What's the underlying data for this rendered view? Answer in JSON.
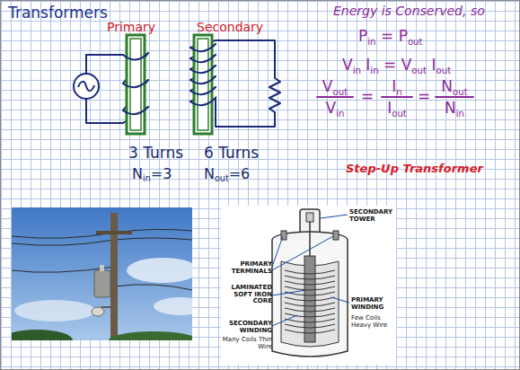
{
  "diagram": {
    "title": "Transformers",
    "labels": [
      "Primary",
      "Secondary",
      "3 Turns",
      "Nin=3",
      "6 Turns",
      "Nout=6",
      "Energy is Conserved, so",
      "Pin = Pout",
      "Vin Iin = Vout Iout",
      "Vout",
      "Vin",
      "=",
      "In",
      "Iout",
      "=",
      "Nout",
      "Nin",
      "Step-Up Transformer",
      "SECONDARY TOWER",
      "PRIMARY TERMINALS",
      "LAMINATED SOFT IRON CORE",
      "SECONDARY WINDING",
      "Many Coils Thin Wire",
      "PRIMARY WINDING",
      "Few Coils Heavy Wire"
    ]
  }
}
